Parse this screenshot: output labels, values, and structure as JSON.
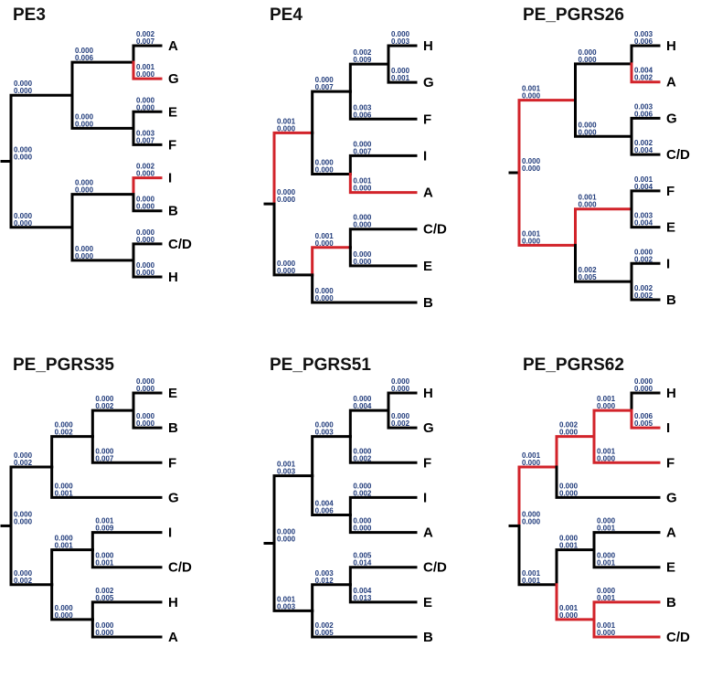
{
  "colors": {
    "normal_branch": "#000000",
    "highlight_branch": "#d2232a",
    "branch_value": "#1f3a7a",
    "background": "#ffffff"
  },
  "trees": [
    {
      "title": "PE3",
      "root": {
        "top": "0.000",
        "bottom": "0.000",
        "children": [
          {
            "top": "0.000",
            "bottom": "0.000",
            "children": [
              {
                "top": "0.000",
                "bottom": "0.006",
                "children": [
                  {
                    "label": "A",
                    "top": "0.002",
                    "bottom": "0.007"
                  },
                  {
                    "label": "G",
                    "top": "0.001",
                    "bottom": "0.000",
                    "highlight": true
                  }
                ]
              },
              {
                "top": "0.000",
                "bottom": "0.000",
                "children": [
                  {
                    "label": "E",
                    "top": "0.000",
                    "bottom": "0.000"
                  },
                  {
                    "label": "F",
                    "top": "0.003",
                    "bottom": "0.007"
                  }
                ]
              }
            ]
          },
          {
            "top": "0.000",
            "bottom": "0.000",
            "children": [
              {
                "top": "0.000",
                "bottom": "0.000",
                "children": [
                  {
                    "label": "I",
                    "top": "0.002",
                    "bottom": "0.000",
                    "highlight": true
                  },
                  {
                    "label": "B",
                    "top": "0.000",
                    "bottom": "0.000"
                  }
                ]
              },
              {
                "top": "0.000",
                "bottom": "0.000",
                "children": [
                  {
                    "label": "C/D",
                    "top": "0.000",
                    "bottom": "0.000"
                  },
                  {
                    "label": "H",
                    "top": "0.000",
                    "bottom": "0.000"
                  }
                ]
              }
            ]
          }
        ]
      }
    },
    {
      "title": "PE4",
      "root": {
        "top": "0.000",
        "bottom": "0.000",
        "children": [
          {
            "top": "0.001",
            "bottom": "0.000",
            "highlight": true,
            "children": [
              {
                "top": "0.000",
                "bottom": "0.007",
                "children": [
                  {
                    "top": "0.002",
                    "bottom": "0.009",
                    "children": [
                      {
                        "label": "H",
                        "top": "0.000",
                        "bottom": "0.003"
                      },
                      {
                        "label": "G",
                        "top": "0.000",
                        "bottom": "0.001"
                      }
                    ]
                  },
                  {
                    "label": "F",
                    "top": "0.003",
                    "bottom": "0.006"
                  }
                ]
              },
              {
                "top": "0.000",
                "bottom": "0.000",
                "children": [
                  {
                    "label": "I",
                    "top": "0.000",
                    "bottom": "0.007"
                  },
                  {
                    "label": "A",
                    "top": "0.001",
                    "bottom": "0.000",
                    "highlight": true
                  }
                ]
              }
            ]
          },
          {
            "top": "0.000",
            "bottom": "0.000",
            "children": [
              {
                "top": "0.001",
                "bottom": "0.000",
                "highlight": true,
                "children": [
                  {
                    "label": "C/D",
                    "top": "0.000",
                    "bottom": "0.000"
                  },
                  {
                    "label": "E",
                    "top": "0.000",
                    "bottom": "0.000"
                  }
                ]
              },
              {
                "label": "B",
                "top": "0.000",
                "bottom": "0.000"
              }
            ]
          }
        ]
      }
    },
    {
      "title": "PE_PGRS26",
      "root": {
        "top": "0.000",
        "bottom": "0.000",
        "children": [
          {
            "top": "0.001",
            "bottom": "0.000",
            "highlight": true,
            "children": [
              {
                "top": "0.000",
                "bottom": "0.000",
                "children": [
                  {
                    "label": "H",
                    "top": "0.003",
                    "bottom": "0.006"
                  },
                  {
                    "label": "A",
                    "top": "0.004",
                    "bottom": "0.002",
                    "highlight": true
                  }
                ]
              },
              {
                "top": "0.000",
                "bottom": "0.000",
                "children": [
                  {
                    "label": "G",
                    "top": "0.003",
                    "bottom": "0.006"
                  },
                  {
                    "label": "C/D",
                    "top": "0.002",
                    "bottom": "0.004"
                  }
                ]
              }
            ]
          },
          {
            "top": "0.001",
            "bottom": "0.000",
            "highlight": true,
            "children": [
              {
                "top": "0.001",
                "bottom": "0.000",
                "highlight": true,
                "children": [
                  {
                    "label": "F",
                    "top": "0.001",
                    "bottom": "0.004"
                  },
                  {
                    "label": "E",
                    "top": "0.003",
                    "bottom": "0.004"
                  }
                ]
              },
              {
                "top": "0.002",
                "bottom": "0.005",
                "children": [
                  {
                    "label": "I",
                    "top": "0.000",
                    "bottom": "0.002"
                  },
                  {
                    "label": "B",
                    "top": "0.002",
                    "bottom": "0.002"
                  }
                ]
              }
            ]
          }
        ]
      }
    },
    {
      "title": "PE_PGRS35",
      "root": {
        "top": "0.000",
        "bottom": "0.000",
        "children": [
          {
            "top": "0.000",
            "bottom": "0.002",
            "children": [
              {
                "top": "0.000",
                "bottom": "0.002",
                "children": [
                  {
                    "top": "0.000",
                    "bottom": "0.002",
                    "children": [
                      {
                        "label": "E",
                        "top": "0.000",
                        "bottom": "0.000"
                      },
                      {
                        "label": "B",
                        "top": "0.000",
                        "bottom": "0.000"
                      }
                    ]
                  },
                  {
                    "label": "F",
                    "top": "0.000",
                    "bottom": "0.007"
                  }
                ]
              },
              {
                "label": "G",
                "top": "0.000",
                "bottom": "0.001"
              }
            ]
          },
          {
            "top": "0.000",
            "bottom": "0.002",
            "children": [
              {
                "top": "0.000",
                "bottom": "0.001",
                "children": [
                  {
                    "label": "I",
                    "top": "0.001",
                    "bottom": "0.009"
                  },
                  {
                    "label": "C/D",
                    "top": "0.000",
                    "bottom": "0.001"
                  }
                ]
              },
              {
                "top": "0.000",
                "bottom": "0.000",
                "children": [
                  {
                    "label": "H",
                    "top": "0.002",
                    "bottom": "0.005"
                  },
                  {
                    "label": "A",
                    "top": "0.000",
                    "bottom": "0.000"
                  }
                ]
              }
            ]
          }
        ]
      }
    },
    {
      "title": "PE_PGRS51",
      "root": {
        "top": "0.000",
        "bottom": "0.000",
        "children": [
          {
            "top": "0.001",
            "bottom": "0.003",
            "children": [
              {
                "top": "0.000",
                "bottom": "0.003",
                "children": [
                  {
                    "top": "0.000",
                    "bottom": "0.004",
                    "children": [
                      {
                        "label": "H",
                        "top": "0.000",
                        "bottom": "0.000"
                      },
                      {
                        "label": "G",
                        "top": "0.000",
                        "bottom": "0.002"
                      }
                    ]
                  },
                  {
                    "label": "F",
                    "top": "0.000",
                    "bottom": "0.002"
                  }
                ]
              },
              {
                "top": "0.004",
                "bottom": "0.006",
                "children": [
                  {
                    "label": "I",
                    "top": "0.000",
                    "bottom": "0.002"
                  },
                  {
                    "label": "A",
                    "top": "0.000",
                    "bottom": "0.000"
                  }
                ]
              }
            ]
          },
          {
            "top": "0.001",
            "bottom": "0.003",
            "children": [
              {
                "top": "0.003",
                "bottom": "0.012",
                "children": [
                  {
                    "label": "C/D",
                    "top": "0.005",
                    "bottom": "0.014"
                  },
                  {
                    "label": "E",
                    "top": "0.004",
                    "bottom": "0.013"
                  }
                ]
              },
              {
                "label": "B",
                "top": "0.002",
                "bottom": "0.005"
              }
            ]
          }
        ]
      }
    },
    {
      "title": "PE_PGRS62",
      "root": {
        "top": "0.000",
        "bottom": "0.000",
        "children": [
          {
            "top": "0.001",
            "bottom": "0.000",
            "highlight": true,
            "children": [
              {
                "top": "0.002",
                "bottom": "0.000",
                "highlight": true,
                "children": [
                  {
                    "top": "0.001",
                    "bottom": "0.000",
                    "highlight": true,
                    "children": [
                      {
                        "label": "H",
                        "top": "0.000",
                        "bottom": "0.000"
                      },
                      {
                        "label": "I",
                        "top": "0.006",
                        "bottom": "0.005",
                        "highlight": true
                      }
                    ]
                  },
                  {
                    "label": "F",
                    "top": "0.001",
                    "bottom": "0.000",
                    "highlight": true
                  }
                ]
              },
              {
                "label": "G",
                "top": "0.000",
                "bottom": "0.000"
              }
            ]
          },
          {
            "top": "0.001",
            "bottom": "0.001",
            "children": [
              {
                "top": "0.000",
                "bottom": "0.001",
                "children": [
                  {
                    "label": "A",
                    "top": "0.000",
                    "bottom": "0.001"
                  },
                  {
                    "label": "E",
                    "top": "0.000",
                    "bottom": "0.001"
                  }
                ]
              },
              {
                "top": "0.001",
                "bottom": "0.000",
                "highlight": true,
                "children": [
                  {
                    "label": "B",
                    "top": "0.000",
                    "bottom": "0.001",
                    "highlight": true
                  },
                  {
                    "label": "C/D",
                    "top": "0.001",
                    "bottom": "0.000",
                    "highlight": true
                  }
                ]
              }
            ]
          }
        ]
      }
    }
  ]
}
